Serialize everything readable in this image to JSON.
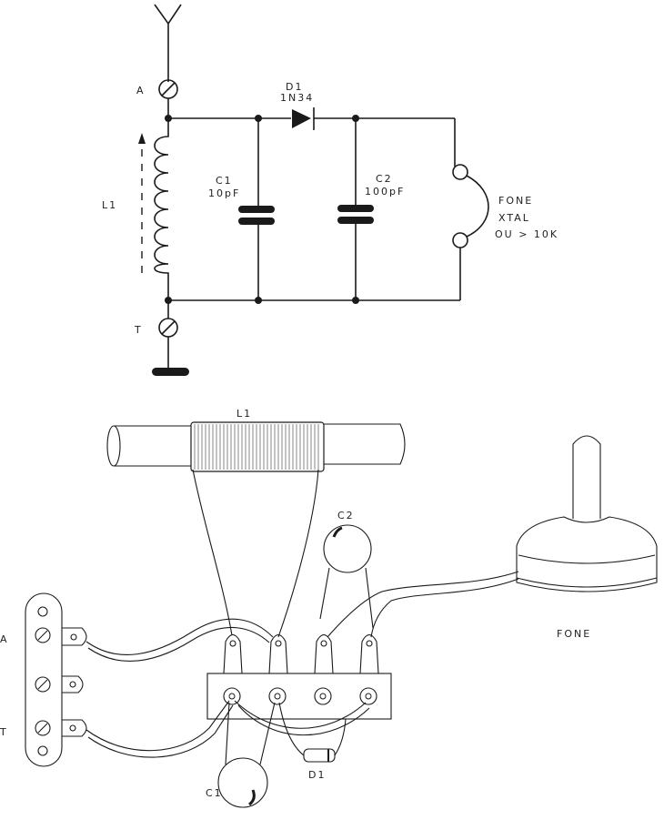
{
  "schematic": {
    "terminal_antenna": "A",
    "terminal_ground": "T",
    "coil": "L1",
    "c1": {
      "ref": "C1",
      "value": "10pF"
    },
    "c2": {
      "ref": "C2",
      "value": "100pF"
    },
    "diode": {
      "ref": "D1",
      "part": "1N34"
    },
    "phone": {
      "line1": "FONE",
      "line2": "XTAL",
      "line3": "OU > 10K"
    }
  },
  "pictorial": {
    "coil": "L1",
    "c1": "C1",
    "c2": "C2",
    "diode": "D1",
    "phone": "FONE",
    "terminal_a": "A",
    "terminal_t": "T"
  }
}
